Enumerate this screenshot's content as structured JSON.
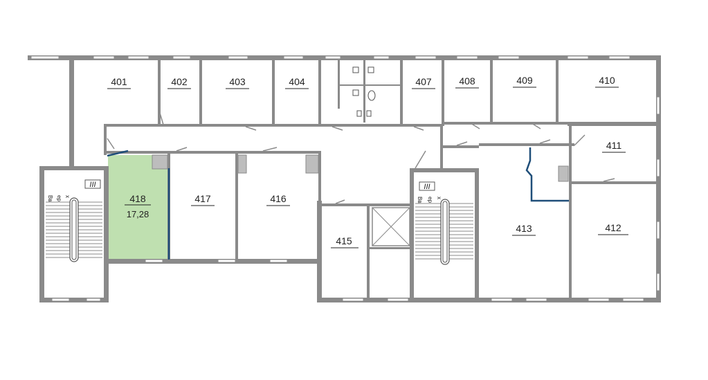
{
  "colors": {
    "highlight": "#bfe0b0",
    "walls": "#8a8a8a",
    "accent_wall": "#1f4e79"
  },
  "rooms": {
    "r401": {
      "number": "401"
    },
    "r402": {
      "number": "402"
    },
    "r403": {
      "number": "403"
    },
    "r404": {
      "number": "404"
    },
    "r407": {
      "number": "407"
    },
    "r408": {
      "number": "408"
    },
    "r409": {
      "number": "409"
    },
    "r410": {
      "number": "410"
    },
    "r411": {
      "number": "411"
    },
    "r412": {
      "number": "412"
    },
    "r413": {
      "number": "413"
    },
    "r415": {
      "number": "415"
    },
    "r416": {
      "number": "416"
    },
    "r417": {
      "number": "417"
    },
    "r418": {
      "number": "418",
      "area": "17,28",
      "selected": true
    }
  },
  "stairs": {
    "left": {
      "label": "III",
      "vertical_text": [
        "Вв",
        "ер",
        "х"
      ]
    },
    "right": {
      "label": "III",
      "vertical_text": [
        "Вв",
        "ер",
        "х"
      ]
    }
  }
}
